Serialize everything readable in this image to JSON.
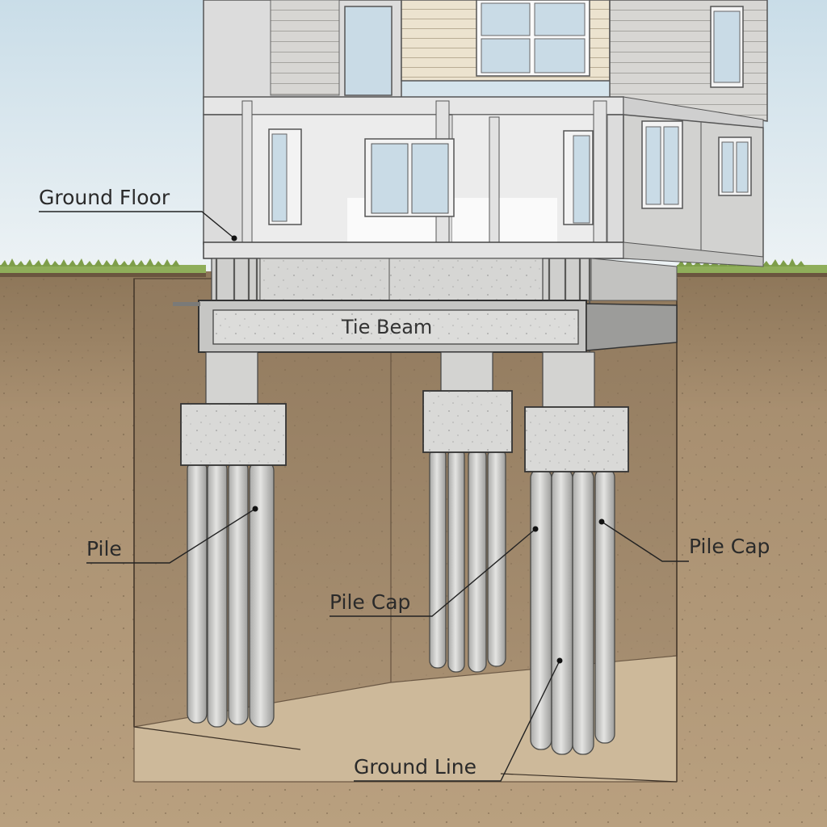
{
  "labels": {
    "ground_floor": "Ground Floor",
    "tie_beam": "Tie Beam",
    "pile": "Pile",
    "pile_cap_left": "Pile Cap",
    "pile_cap_right": "Pile Cap",
    "ground_line": "Ground Line"
  },
  "colors": {
    "sky_top": "#c9dde8",
    "sky_bottom": "#eef3f5",
    "grass": "#8fae5a",
    "soil": "#a88f70",
    "soil_dark": "#7c6750",
    "excavation_floor": "#cdb99a",
    "concrete": "#d8d8d6",
    "concrete_shade": "#b9b9b7",
    "house_wall": "#dcdcdc",
    "siding": "#ece3cf",
    "window_glass": "#c9dbe6",
    "leader_line": "#222222"
  }
}
